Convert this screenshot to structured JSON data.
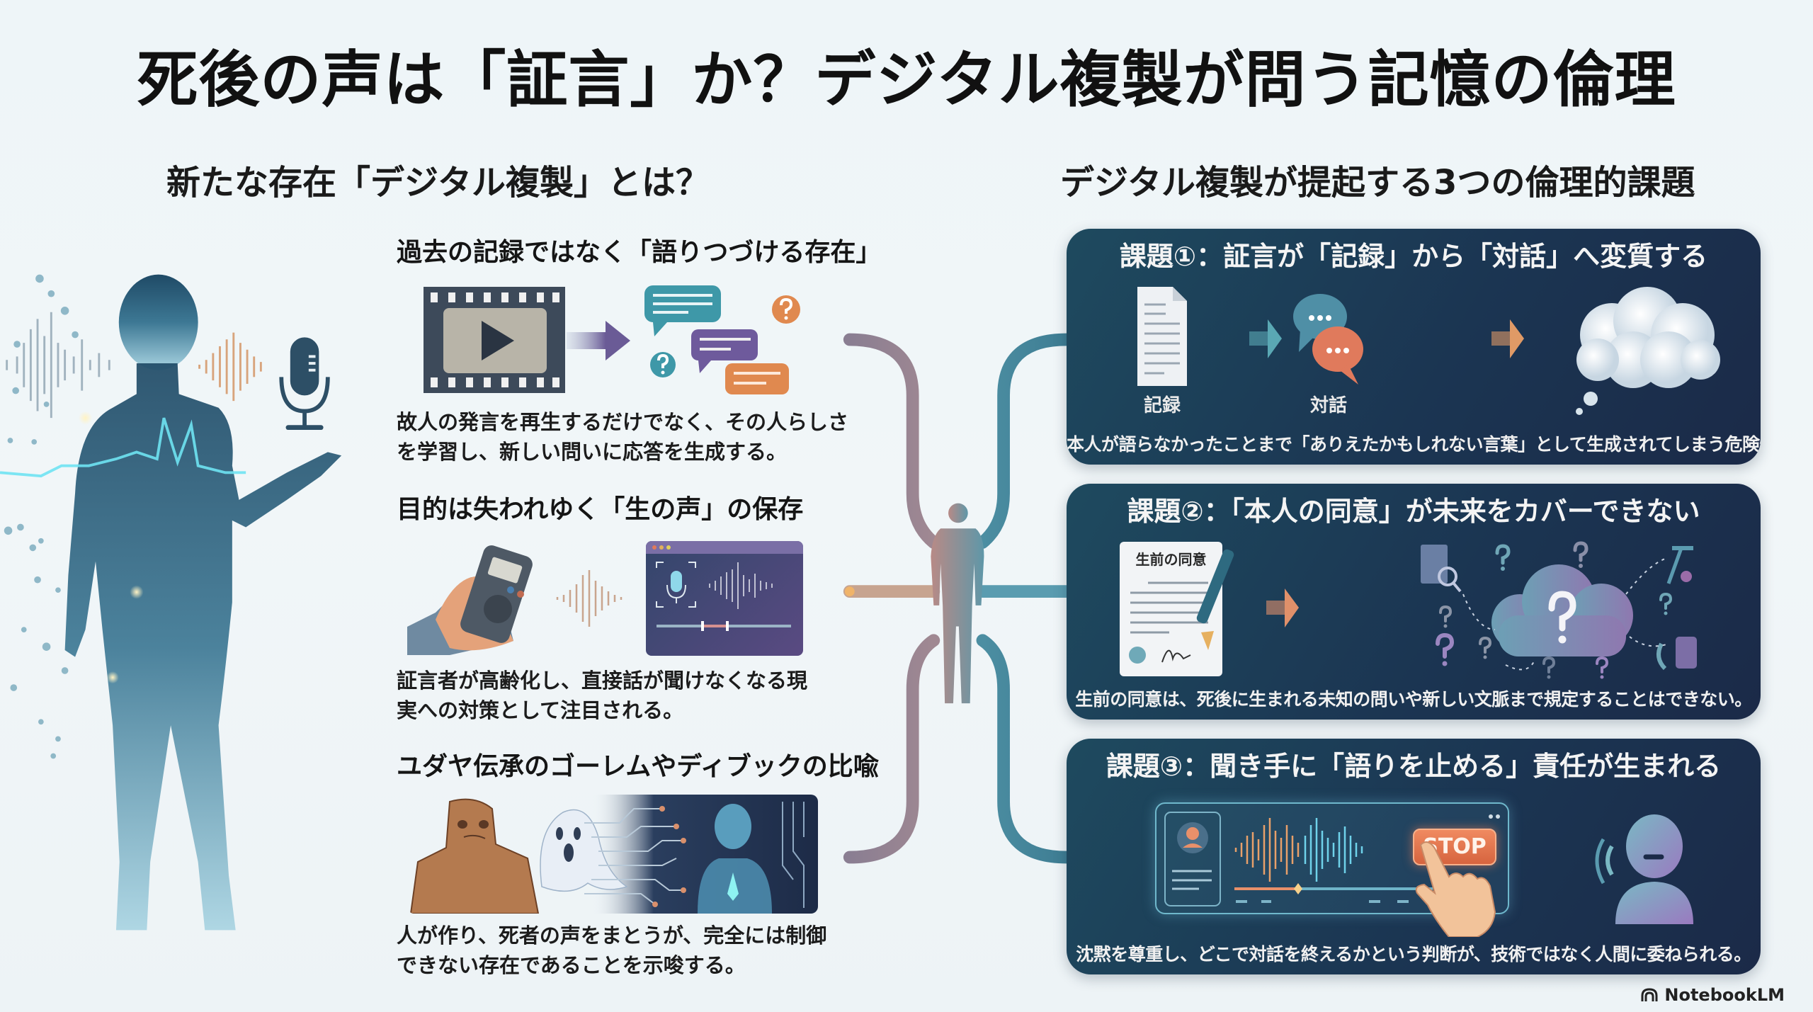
{
  "title": "死後の声は「証言」か？デジタル複製が問う記憶の倫理",
  "left": {
    "heading": "新たな存在「デジタル複製」とは？",
    "sections": [
      {
        "title": "過去の記録ではなく「語りつづける存在」",
        "description_lines": [
          "故人の発言を再生するだけでなく、その人らしさ",
          "を学習し、新しい問いに応答を生成する。"
        ]
      },
      {
        "title": "目的は失われゆく「生の声」の保存",
        "description_lines": [
          "証言者が高齢化し、直接話が聞けなくなる現",
          "実への対策として注目される。"
        ]
      },
      {
        "title": "ユダヤ伝承のゴーレムやディブックの比喩",
        "description_lines": [
          "人が作り、死者の声をまとうが、完全には制御",
          "できない存在であることを示唆する。"
        ]
      }
    ]
  },
  "right": {
    "heading": "デジタル複製が提起する3つの倫理的課題",
    "cards": [
      {
        "title": "課題①：証言が「記録」から「対話」へ変質する",
        "labels": [
          "記録",
          "対話"
        ],
        "description": "本人が語らなかったことまで「ありえたかもしれない言葉」として生成されてしまう危険性。"
      },
      {
        "title": "課題②：「本人の同意」が未来をカバーできない",
        "document_label": "生前の同意",
        "description": "生前の同意は、死後に生まれる未知の問いや新しい文脈まで規定することはできない。"
      },
      {
        "title": "課題③：聞き手に「語りを止める」責任が生まれる",
        "stop_label": "STOP",
        "description": "沈黙を尊重し、どこで対話を終えるかという判断が、技術ではなく人間に委ねられる。"
      }
    ]
  },
  "colors": {
    "card_bg": "#1c3a55",
    "accent_teal": "#4a9bb0",
    "accent_orange": "#e08a5a",
    "accent_purple": "#7a62a6"
  },
  "brand": "NotebookLM"
}
